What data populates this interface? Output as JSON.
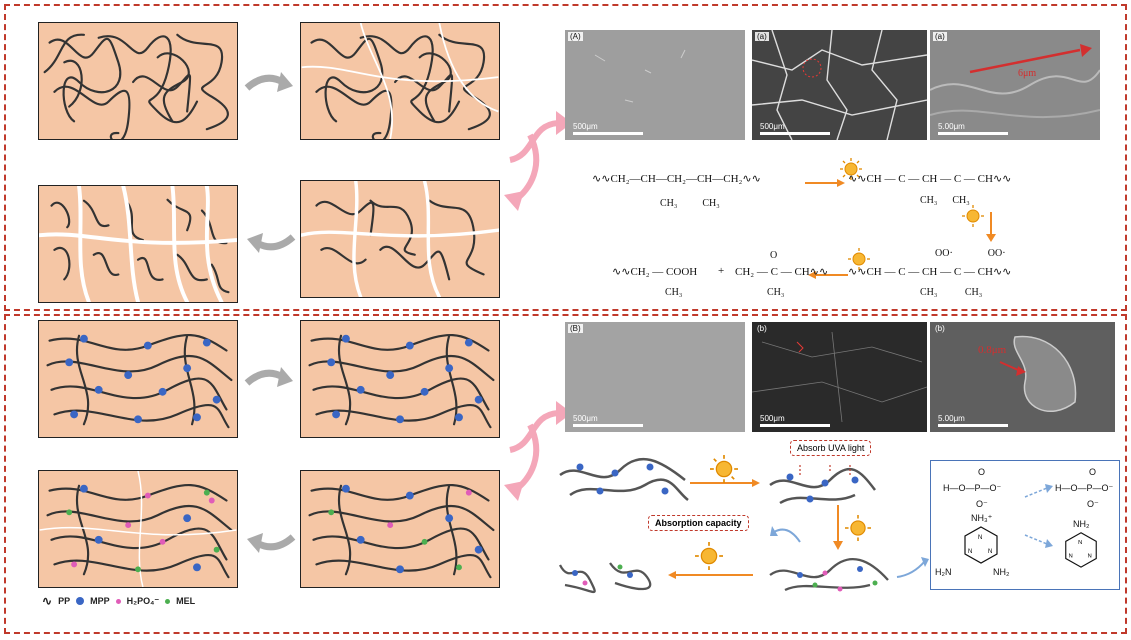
{
  "panels": {
    "top": {
      "sem": [
        {
          "tag": "(A)",
          "scale": "500μm"
        },
        {
          "tag": "(a)",
          "scale": "500μm"
        },
        {
          "tag": "(a)",
          "scale": "5.00μm",
          "measure": "6μm"
        }
      ],
      "chem": {
        "pp_chain": "CH₂—CH—CH₂—CH—CH₂",
        "pp_methyls": "CH₃          CH₃",
        "radical": "CH — C — CH — C — CH",
        "radical_methyls": "CH₃      CH₃",
        "peroxide": "CH — C — CH — C — CH",
        "peroxide_oo": "OO·              OO·",
        "peroxide_methyls": "CH₃           CH₃",
        "products_acid": "CH₂ — COOH",
        "products_acid_methyl": "CH₃",
        "plus": "+",
        "products_ketone": "CH₂ — C — CH",
        "products_ketone_o": "O",
        "products_ketone_methyl": "CH₃"
      }
    },
    "bottom": {
      "sem": [
        {
          "tag": "(B)",
          "scale": "500μm"
        },
        {
          "tag": "(b)",
          "scale": "500μm"
        },
        {
          "tag": "(b)",
          "scale": "5.00μm",
          "measure": "0.8μm"
        }
      ],
      "callouts": {
        "absorb": "Absorb UVA light",
        "capacity": "Absorption capacity"
      },
      "mechanism": {
        "phosphate_left": "H—O—P—O⁻",
        "phosphate_left_o_top": "O",
        "phosphate_left_o_bot": "O⁻",
        "nh3": "NH₃⁺",
        "phosphate_right": "H—O—P—O⁻",
        "phosphate_right_o_top": "O",
        "phosphate_right_o_bot": "O⁻",
        "nh2": "NH₂",
        "h2n": "H₂N",
        "nh2_b": "NH₂"
      },
      "legend": {
        "pp": "PP",
        "mpp": "MPP",
        "h2po4": "H₂PO₄⁻",
        "mel": "MEL"
      }
    }
  },
  "colors": {
    "border": "#c0392b",
    "box_fill": "#f5c6a5",
    "mpp": "#3a66c4",
    "h2po4": "#e05cb8",
    "mel": "#4caf50",
    "pink_arrow": "#f4a7b9",
    "orange_arrow": "#f08a24",
    "mech_border": "#4a74b8"
  }
}
